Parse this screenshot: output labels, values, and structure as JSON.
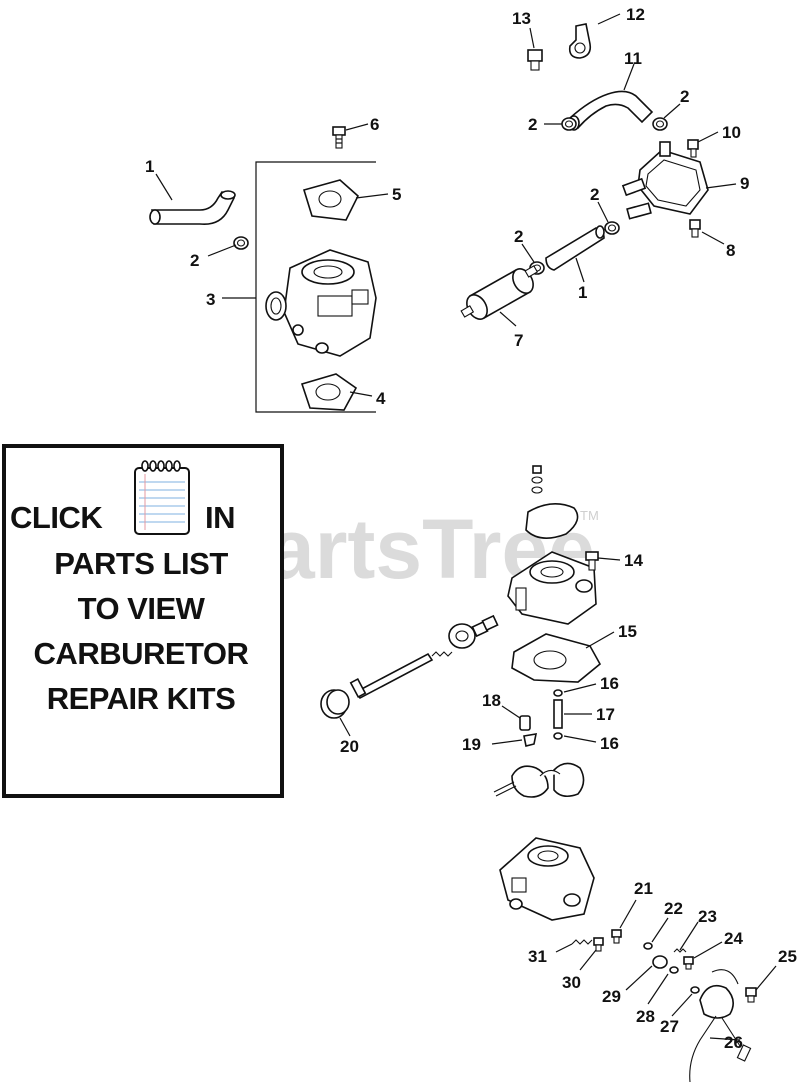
{
  "callouts": {
    "c1a": "1",
    "c2a": "2",
    "c3": "3",
    "c4": "4",
    "c5": "5",
    "c6": "6",
    "c13": "13",
    "c12": "12",
    "c11": "11",
    "c2b": "2",
    "c2c": "2",
    "c10": "10",
    "c9": "9",
    "c2d": "2",
    "c2e": "2",
    "c8": "8",
    "c1b": "1",
    "c7": "7",
    "c14": "14",
    "c15": "15",
    "c16a": "16",
    "c17": "17",
    "c16b": "16",
    "c18": "18",
    "c19": "19",
    "c20": "20",
    "c21": "21",
    "c22": "22",
    "c23": "23",
    "c24": "24",
    "c25": "25",
    "c31": "31",
    "c30": "30",
    "c29": "29",
    "c28": "28",
    "c27": "27",
    "c26": "26"
  },
  "watermark": {
    "text": "PartsTree",
    "tm": "TM"
  },
  "notice": {
    "word_click": "CLICK",
    "word_in": "IN",
    "line2": "PARTS LIST",
    "line3": "TO VIEW",
    "line4": "CARBURETOR",
    "line5": "REPAIR KITS"
  },
  "icons": {
    "notebook": "notebook-icon"
  }
}
